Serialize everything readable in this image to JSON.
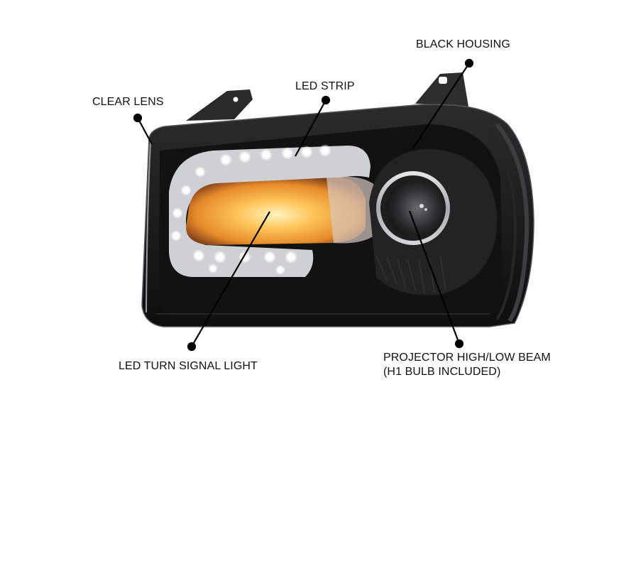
{
  "figure": {
    "subject": "Black housing LED projector headlight",
    "background_color": "#ffffff",
    "callout_color": "#000000",
    "amber_color": "#f5a030",
    "housing_color": "#1b1b1d"
  },
  "callouts": [
    {
      "id": "clear-lens",
      "label": "CLEAR LENS"
    },
    {
      "id": "led-strip",
      "label": "LED STRIP"
    },
    {
      "id": "black-housing",
      "label": "BLACK HOUSING"
    },
    {
      "id": "led-turn-signal",
      "label": "LED TURN SIGNAL LIGHT"
    },
    {
      "id": "projector",
      "label_line1": "PROJECTOR HIGH/LOW BEAM",
      "label_line2": "(H1 BULB INCLUDED)"
    }
  ]
}
